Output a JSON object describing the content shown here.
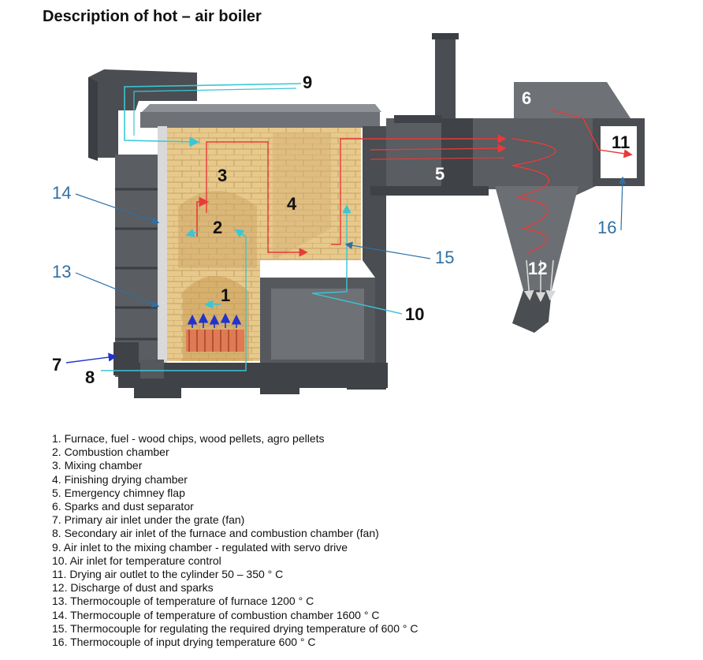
{
  "title": "Description of hot – air boiler",
  "colors": {
    "steel_dark": "#4a4d51",
    "steel_mid": "#676a6e",
    "steel_light": "#8d9094",
    "brick": "#e8c98c",
    "brick_line": "#b89658",
    "hot_flow": "#e83a3a",
    "air_flow": "#39c6d6",
    "primary_air": "#2233cc",
    "leader_blue": "#2f6fa3",
    "grate": "#e07a55"
  },
  "callouts": {
    "n1": "1",
    "n2": "2",
    "n3": "3",
    "n4": "4",
    "n5": "5",
    "n6": "6",
    "n7": "7",
    "n8": "8",
    "n9": "9",
    "n10": "10",
    "n11": "11",
    "n12": "12",
    "n13": "13",
    "n14": "14",
    "n15": "15",
    "n16": "16"
  },
  "legend": [
    "1. Furnace, fuel - wood chips, wood pellets, agro pellets",
    "2. Combustion chamber",
    "3. Mixing chamber",
    "4. Finishing drying chamber",
    "5. Emergency chimney flap",
    "6. Sparks and dust separator",
    "7. Primary air inlet under the grate (fan)",
    "8. Secondary air inlet of the furnace and combustion chamber (fan)",
    "9. Air inlet to the mixing chamber - regulated with servo drive",
    "10. Air inlet for temperature control",
    "11. Drying air outlet to the cylinder 50 – 350 ° C",
    "12. Discharge of dust and sparks",
    "13. Thermocouple of temperature of furnace 1200 ° C",
    "14. Thermocouple of temperature of combustion chamber 1600 ° C",
    "15. Thermocouple for regulating the required drying temperature of 600 ° C",
    "16. Thermocouple of input drying temperature 600 ° C"
  ]
}
